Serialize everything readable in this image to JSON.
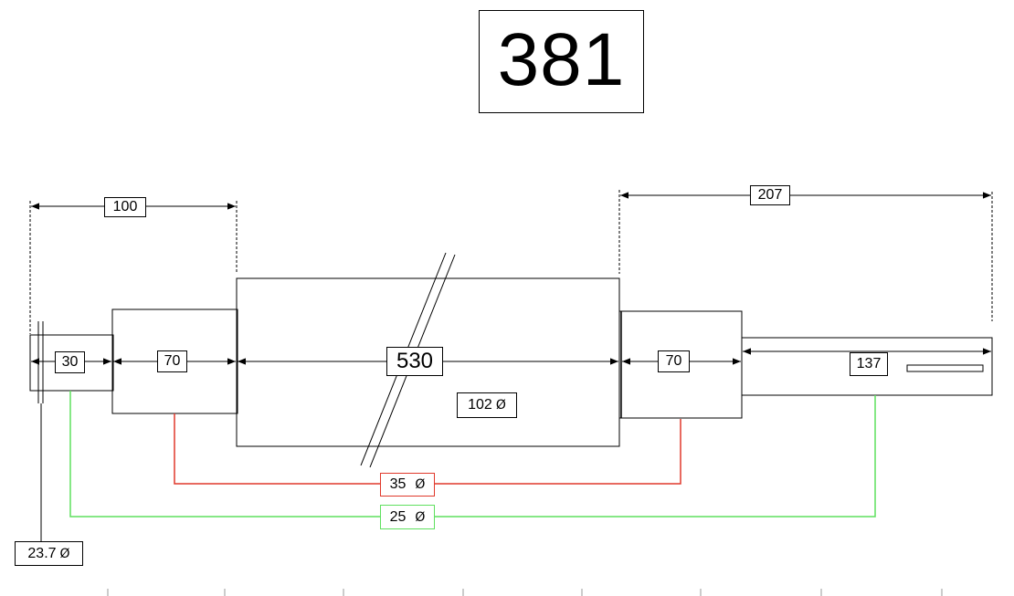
{
  "total_length": "381",
  "dimensions": {
    "left_span": "100",
    "right_span": "207",
    "seg_end_left": "30",
    "seg_left": "70",
    "seg_center": "530",
    "seg_right": "70",
    "seg_end_right": "137"
  },
  "diameters": {
    "center": "102",
    "bearing": "35",
    "shaft_end": "25",
    "tip": "23.7",
    "symbol": "Ø"
  },
  "colors": {
    "outline": "#000000",
    "bearing_link": "#e0392b",
    "shaft_end_link": "#5fe05f"
  }
}
